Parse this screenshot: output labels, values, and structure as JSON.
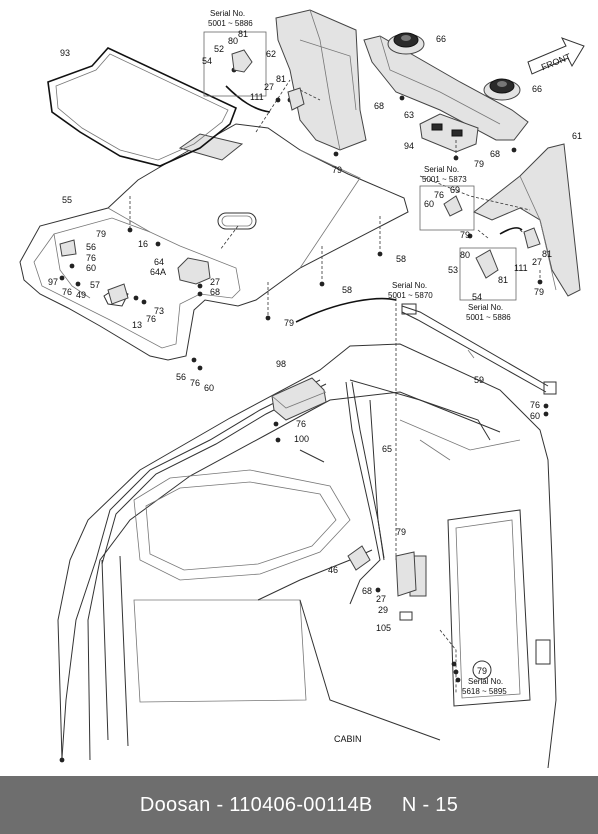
{
  "direction_label": "FRONT",
  "section_label": "CABIN",
  "serial_ranges": [
    {
      "heading": "Serial No.",
      "range": "5001 ~ 5886"
    },
    {
      "heading": "Serial No.",
      "range": "5001 ~ 5873"
    },
    {
      "heading": "Serial No.",
      "range": "5001 ~ 5870"
    },
    {
      "heading": "Serial No.",
      "range": "5001 ~ 5886"
    },
    {
      "heading": "Serial No.",
      "range": "5618 ~ 5895"
    }
  ],
  "part_callouts": [
    "93",
    "52",
    "80",
    "81",
    "54",
    "62",
    "66",
    "81",
    "27",
    "111",
    "68",
    "63",
    "66",
    "94",
    "68",
    "79",
    "61",
    "79",
    "55",
    "79",
    "16",
    "56",
    "76",
    "60",
    "64",
    "64A",
    "97",
    "76",
    "49",
    "57",
    "13",
    "76",
    "73",
    "27",
    "68",
    "79",
    "58",
    "58",
    "60",
    "76",
    "69",
    "79",
    "80",
    "53",
    "111",
    "27",
    "81",
    "81",
    "54",
    "79",
    "56",
    "76",
    "60",
    "98",
    "76",
    "100",
    "65",
    "59",
    "76",
    "60",
    "79",
    "46",
    "68",
    "27",
    "29",
    "105",
    "79"
  ],
  "footer": {
    "text": "Doosan - 110406-00114B     N - 15"
  }
}
